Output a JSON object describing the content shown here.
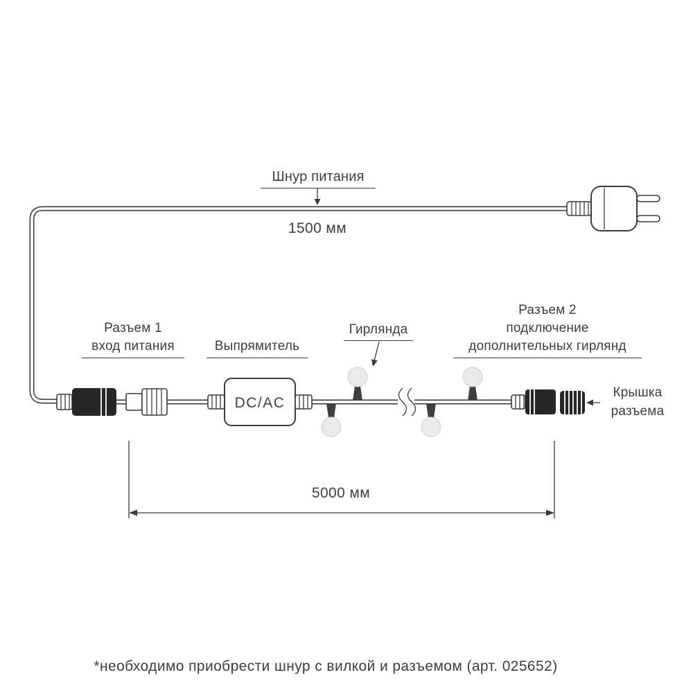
{
  "labels": {
    "power_cord": "Шнур питания",
    "power_cord_length": "1500 мм",
    "connector1": {
      "line1": "Разъем 1",
      "line2": "вход питания"
    },
    "rectifier": "Выпрямитель",
    "rectifier_box": "DC/AC",
    "garland": "Гирлянда",
    "connector2": {
      "line1": "Разъем 2",
      "line2": "подключение",
      "line3": "дополнительных гирлянд"
    },
    "cap": {
      "line1": "Крышка",
      "line2": "разъема"
    },
    "garland_length": "5000 мм",
    "footnote": "*необходимо приобрести шнур с вилкой и разъемом (арт. 025652)"
  },
  "colors": {
    "line": "#3b3b3b",
    "text": "#3e3e3e",
    "connector_fill": "#262626",
    "bulb_fill": "#eaeaea",
    "background": "#ffffff"
  }
}
